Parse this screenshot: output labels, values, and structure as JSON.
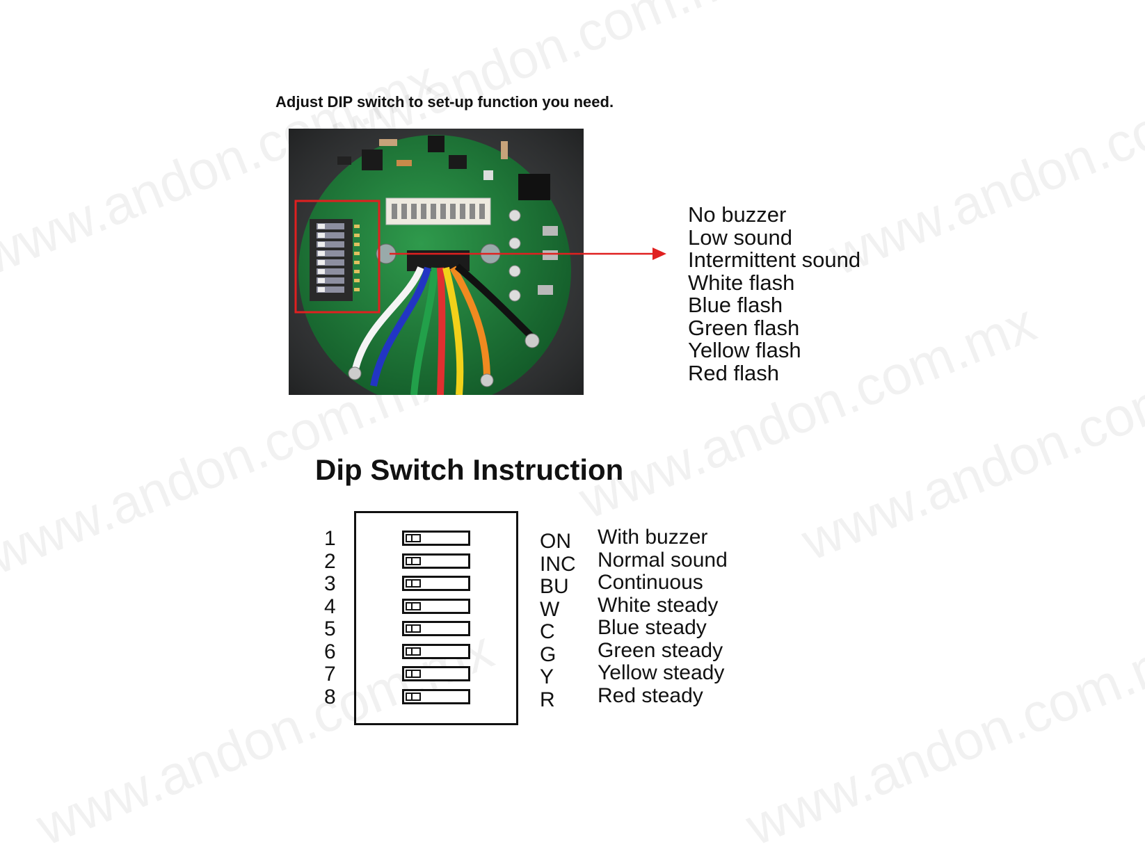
{
  "watermark": "www.andon.com.mx",
  "instruction": "Adjust DIP switch to set-up function you need.",
  "functions": [
    "No buzzer",
    "Low sound",
    "Intermittent sound",
    "White flash",
    "Blue flash",
    "Green flash",
    "Yellow flash",
    "Red flash"
  ],
  "dip": {
    "title": "Dip Switch Instruction",
    "numbers": [
      "1",
      "2",
      "3",
      "4",
      "5",
      "6",
      "7",
      "8"
    ],
    "codes": [
      "ON",
      "INC",
      "BU",
      "W",
      "C",
      "G",
      "Y",
      "R"
    ],
    "descriptions": [
      "With buzzer",
      "Normal sound",
      "Continuous",
      "White steady",
      "Blue steady",
      "Green steady",
      "Yellow steady",
      "Red steady"
    ]
  },
  "colors": {
    "pcb": "#1f7a3a",
    "highlight": "#e02020",
    "arrow": "#e02020"
  }
}
